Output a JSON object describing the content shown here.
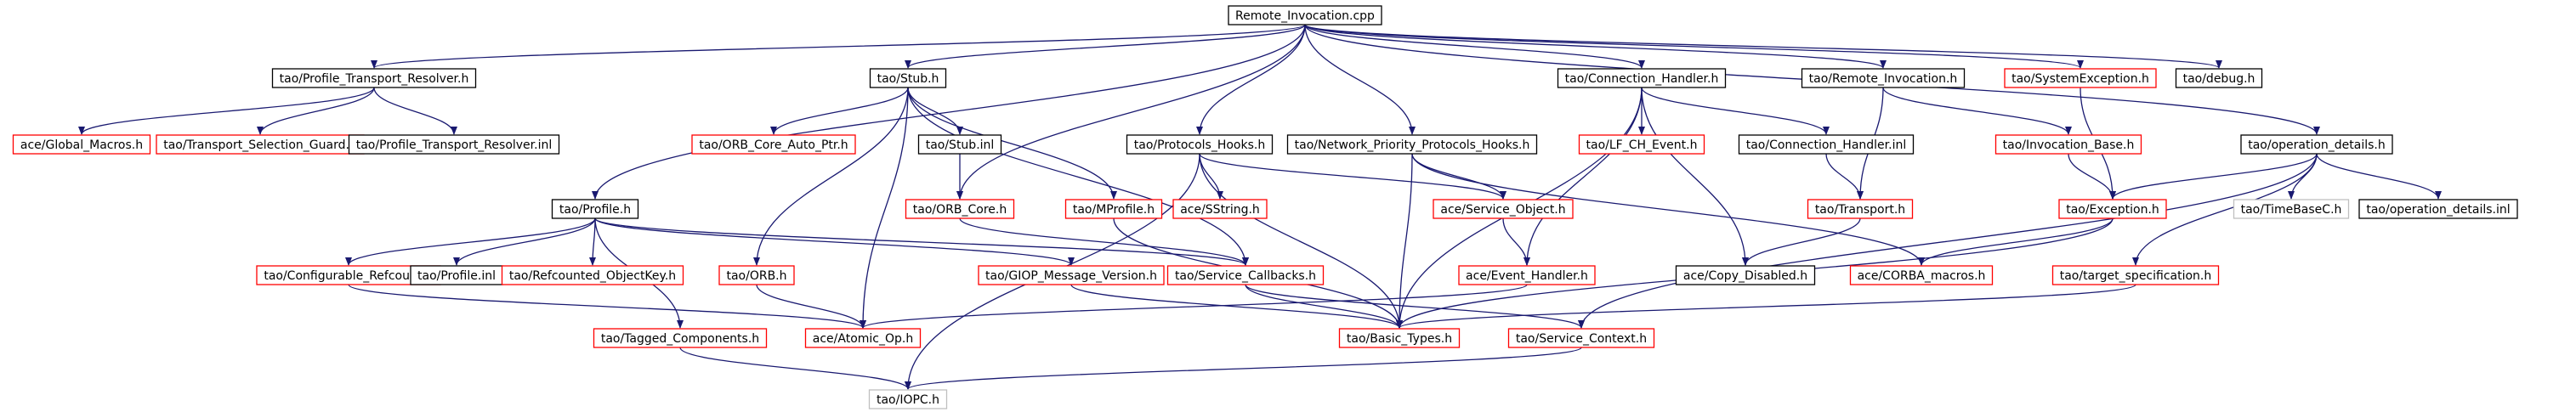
{
  "colors": {
    "edge": "#191970",
    "link_border": "#ff0000",
    "plain_border": "#000000",
    "missing_border": "#bfbfbf",
    "root_fill": "#bfbfbf"
  },
  "nodes": {
    "n0": {
      "label": "Remote_Invocation.cpp",
      "kind": "root"
    },
    "n1": {
      "label": "tao/Profile_Transport_Resolver.h",
      "kind": "plain"
    },
    "n2": {
      "label": "tao/Stub.h",
      "kind": "plain"
    },
    "n3": {
      "label": "tao/Connection_Handler.h",
      "kind": "plain"
    },
    "n4": {
      "label": "tao/Remote_Invocation.h",
      "kind": "plain"
    },
    "n5": {
      "label": "tao/SystemException.h",
      "kind": "link"
    },
    "n6": {
      "label": "tao/debug.h",
      "kind": "plain"
    },
    "n7": {
      "label": "ace/Global_Macros.h",
      "kind": "link"
    },
    "n8": {
      "label": "tao/Transport_Selection_Guard.h",
      "kind": "link"
    },
    "n9": {
      "label": "tao/Profile_Transport_Resolver.inl",
      "kind": "plain"
    },
    "n10": {
      "label": "tao/ORB_Core_Auto_Ptr.h",
      "kind": "link"
    },
    "n11": {
      "label": "tao/Stub.inl",
      "kind": "plain"
    },
    "n12": {
      "label": "tao/Protocols_Hooks.h",
      "kind": "plain"
    },
    "n13": {
      "label": "tao/Network_Priority_Protocols_Hooks.h",
      "kind": "plain"
    },
    "n14": {
      "label": "tao/LF_CH_Event.h",
      "kind": "link"
    },
    "n15": {
      "label": "tao/Connection_Handler.inl",
      "kind": "plain"
    },
    "n16": {
      "label": "tao/Invocation_Base.h",
      "kind": "link"
    },
    "n17": {
      "label": "tao/operation_details.h",
      "kind": "plain"
    },
    "n18": {
      "label": "tao/Profile.h",
      "kind": "plain"
    },
    "n19": {
      "label": "tao/ORB_Core.h",
      "kind": "link"
    },
    "n20": {
      "label": "tao/MProfile.h",
      "kind": "link"
    },
    "n21": {
      "label": "ace/SString.h",
      "kind": "link"
    },
    "n22": {
      "label": "ace/Service_Object.h",
      "kind": "link"
    },
    "n23": {
      "label": "tao/Transport.h",
      "kind": "link"
    },
    "n24": {
      "label": "tao/Exception.h",
      "kind": "link"
    },
    "n25": {
      "label": "tao/TimeBaseC.h",
      "kind": "missing"
    },
    "n26": {
      "label": "tao/operation_details.inl",
      "kind": "plain"
    },
    "n27": {
      "label": "tao/Configurable_Refcount.h",
      "kind": "link"
    },
    "n28": {
      "label": "tao/Profile.inl",
      "kind": "plain"
    },
    "n29": {
      "label": "tao/Refcounted_ObjectKey.h",
      "kind": "link"
    },
    "n30": {
      "label": "tao/ORB.h",
      "kind": "link"
    },
    "n31": {
      "label": "tao/GIOP_Message_Version.h",
      "kind": "link"
    },
    "n32": {
      "label": "tao/Service_Callbacks.h",
      "kind": "link"
    },
    "n33": {
      "label": "ace/Event_Handler.h",
      "kind": "link"
    },
    "n34": {
      "label": "ace/Copy_Disabled.h",
      "kind": "plain"
    },
    "n35": {
      "label": "ace/CORBA_macros.h",
      "kind": "link"
    },
    "n36": {
      "label": "tao/target_specification.h",
      "kind": "link"
    },
    "n37": {
      "label": "tao/Tagged_Components.h",
      "kind": "link"
    },
    "n38": {
      "label": "ace/Atomic_Op.h",
      "kind": "link"
    },
    "n39": {
      "label": "tao/Basic_Types.h",
      "kind": "link"
    },
    "n40": {
      "label": "tao/Service_Context.h",
      "kind": "link"
    },
    "n41": {
      "label": "tao/IOPC.h",
      "kind": "missing"
    }
  }
}
